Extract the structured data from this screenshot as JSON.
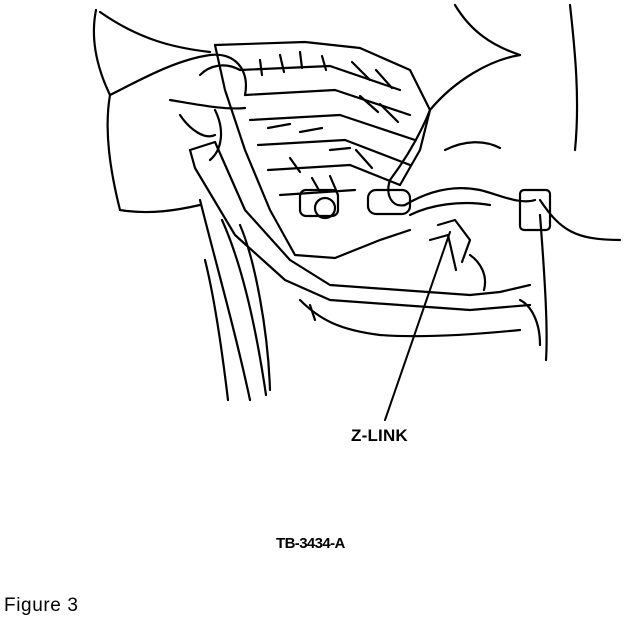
{
  "callout": {
    "label": "Z-LINK"
  },
  "reference": {
    "code": "TB-3434-A"
  },
  "caption": {
    "text": "Figure 3"
  }
}
